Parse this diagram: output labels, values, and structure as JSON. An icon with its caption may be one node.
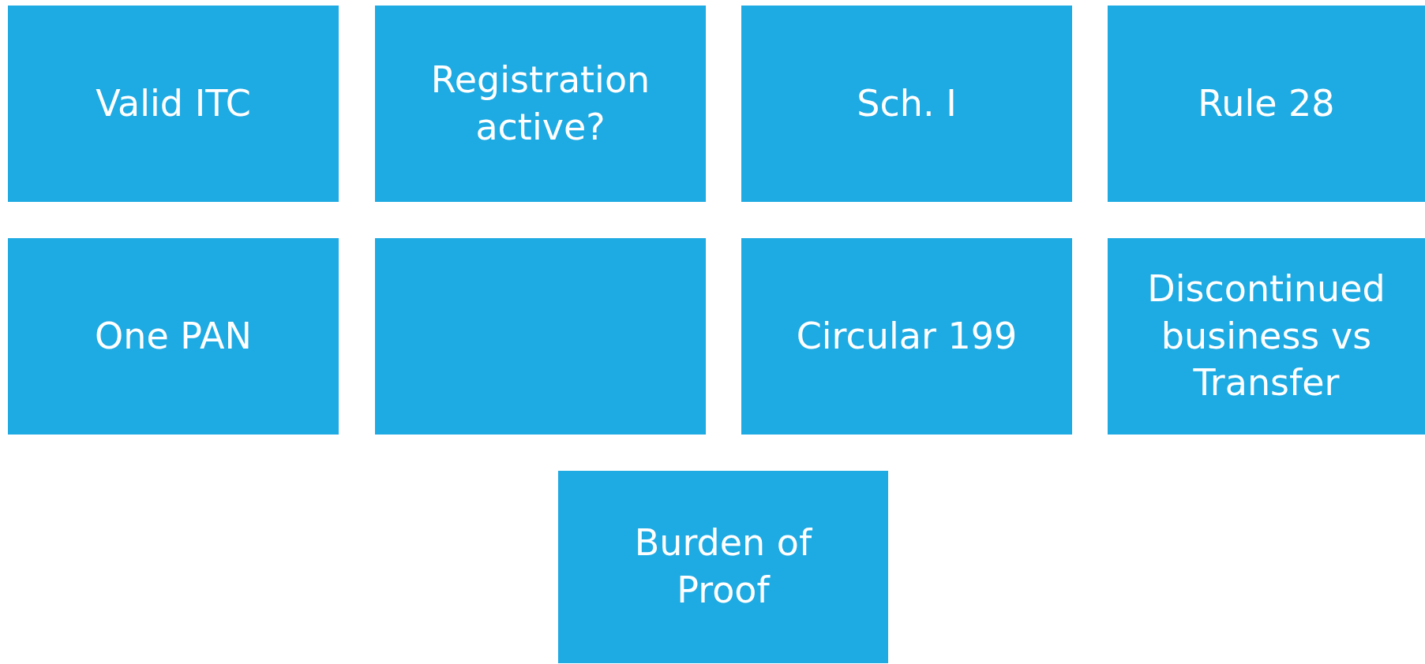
{
  "diagram": {
    "nodes": [
      {
        "text": [
          "Valid ITC"
        ]
      },
      {
        "text": [
          "Registration active?"
        ]
      },
      {
        "text": [
          "Sch. I"
        ]
      },
      {
        "text": [
          "Rule 28"
        ]
      },
      {
        "text": [
          "One PAN"
        ]
      },
      {
        "text": [],
        "shape": "box"
      },
      {
        "text": [
          "Circular 199"
        ]
      },
      {
        "text": [
          "Discontinued business vs Transfer"
        ]
      },
      {
        "text": [
          "Burden of Proof"
        ]
      }
    ]
  }
}
